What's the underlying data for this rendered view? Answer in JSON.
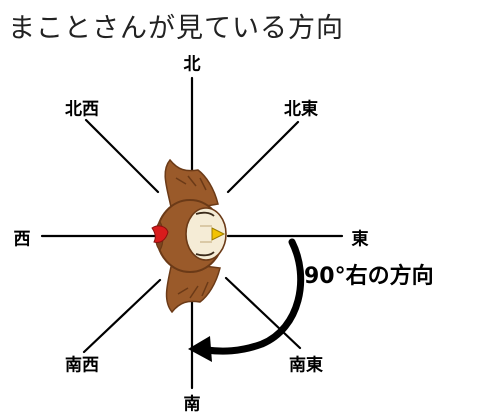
{
  "title": "まことさんが見ている方向",
  "directions": {
    "north": "北",
    "northeast": "北東",
    "east": "東",
    "southeast": "南東",
    "south": "南",
    "southwest": "南西",
    "west": "西",
    "northwest": "北西"
  },
  "turn": {
    "label": "90°右の方向",
    "angle_degrees": 90,
    "rotation": "clockwise",
    "from": "east",
    "to": "south"
  },
  "character": {
    "kind": "owl",
    "facing": "east"
  },
  "colors": {
    "owl_feather": "#9a5a2a",
    "owl_feather_dark": "#6b3a17",
    "owl_face": "#f5ecd6",
    "beak": "#f2c200",
    "comb": "#d81c1c",
    "lines": "#000000"
  }
}
